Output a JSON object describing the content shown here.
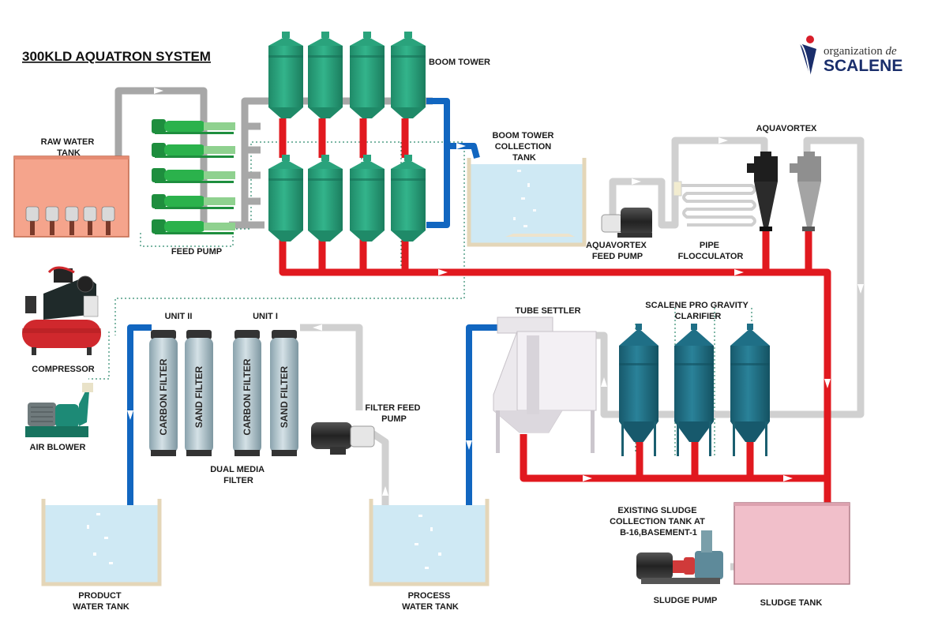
{
  "title": "300KLD AQUATRON SYSTEM",
  "logo": {
    "line1": "organization",
    "line1_italic": "de",
    "line2": "SCALENE",
    "colors": {
      "navy": "#1a2e6b",
      "red": "#d81e2a"
    }
  },
  "labels": {
    "raw_water_tank": [
      "RAW WATER",
      "TANK"
    ],
    "feed_pump": "FEED PUMP",
    "boom_tower": "BOOM TOWER",
    "boom_tower_collection_tank": [
      "BOOM TOWER",
      "COLLECTION",
      "TANK"
    ],
    "aquavortex": "AQUAVORTEX",
    "aquavortex_feed_pump": [
      "AQUAVORTEX",
      "FEED PUMP"
    ],
    "pipe_flocculator": [
      "PIPE",
      "FLOCCULATOR"
    ],
    "compressor": "COMPRESSOR",
    "air_blower": "AIR BLOWER",
    "unit_ii": "UNIT II",
    "unit_i": "UNIT I",
    "dual_media_filter": [
      "DUAL MEDIA",
      "FILTER"
    ],
    "filter_feed_pump": [
      "FILTER FEED",
      "PUMP"
    ],
    "tube_settler": "TUBE SETTLER",
    "clarifier": [
      "SCALENE PRO GRAVITY",
      "CLARIFIER"
    ],
    "existing_sludge_tank": [
      "EXISTING SLUDGE",
      "COLLECTION TANK AT",
      "B-16,BASEMENT-1"
    ],
    "sludge_pump": "SLUDGE PUMP",
    "sludge_tank": "SLUDGE TANK",
    "product_water_tank": [
      "PRODUCT",
      "WATER TANK"
    ],
    "process_water_tank": [
      "PROCESS",
      "WATER TANK"
    ]
  },
  "filters": [
    "CARBON FILTER",
    "SAND FILTER",
    "CARBON FILTER",
    "SAND FILTER"
  ],
  "colors": {
    "boom_tower": "#27a07a",
    "feed_pump": "#2bb24c",
    "clarifier": "#1f6f86",
    "raw_tank": "#f5a48c",
    "water": "#cfe9f4",
    "sludge": "#f1bfca",
    "pipe_red": "#e1191f",
    "pipe_blue": "#1166c0",
    "pipe_grey": "#a7a7a7"
  }
}
